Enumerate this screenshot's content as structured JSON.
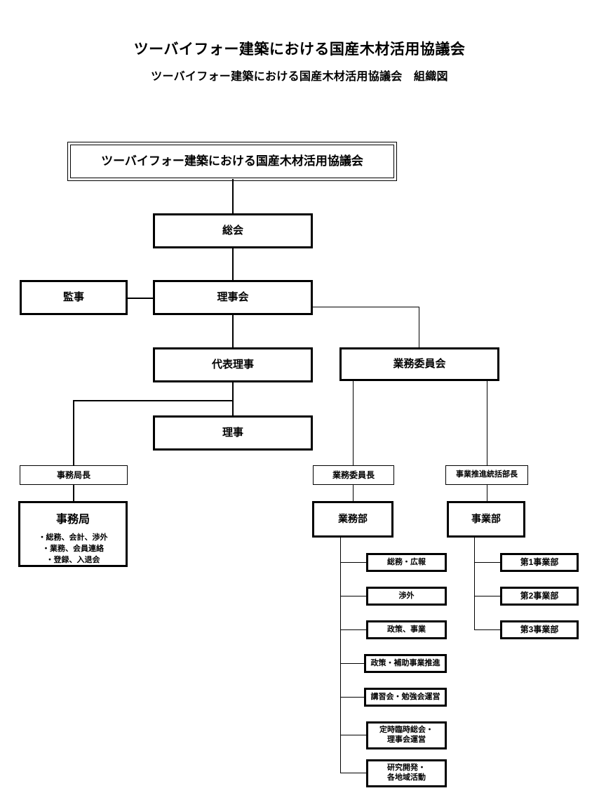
{
  "header": {
    "title": "ツーバイフォー建築における国産木材活用協議会",
    "subtitle": "ツーバイフォー建築における国産木材活用協議会　組織図"
  },
  "chart_data": {
    "type": "diagram",
    "diagram_kind": "organization-chart",
    "title": "ツーバイフォー建築における国産木材活用協議会　組織図",
    "nodes": [
      {
        "id": "root",
        "label": "ツーバイフォー建築における国産木材活用協議会"
      },
      {
        "id": "soukai",
        "label": "総会"
      },
      {
        "id": "kanji",
        "label": "監事"
      },
      {
        "id": "rijikai",
        "label": "理事会"
      },
      {
        "id": "daihyo",
        "label": "代表理事"
      },
      {
        "id": "gyomuiinkai",
        "label": "業務委員会"
      },
      {
        "id": "riji",
        "label": "理事"
      },
      {
        "id": "jimukyokucho",
        "label": "事務局長"
      },
      {
        "id": "jimukyoku",
        "label": "事務局"
      },
      {
        "id": "gyomuiincho",
        "label": "業務委員長"
      },
      {
        "id": "gyomubu",
        "label": "業務部"
      },
      {
        "id": "toukatsu",
        "label": "事業推進統括部長"
      },
      {
        "id": "jigyobu",
        "label": "事業部"
      }
    ],
    "edges": [
      {
        "from": "root",
        "to": "soukai"
      },
      {
        "from": "soukai",
        "to": "rijikai"
      },
      {
        "from": "kanji",
        "to": "rijikai"
      },
      {
        "from": "rijikai",
        "to": "daihyo"
      },
      {
        "from": "rijikai",
        "to": "gyomuiinkai"
      },
      {
        "from": "daihyo",
        "to": "riji"
      },
      {
        "from": "daihyo",
        "to": "jimukyokucho"
      },
      {
        "from": "jimukyokucho",
        "to": "jimukyoku"
      },
      {
        "from": "gyomuiinkai",
        "to": "gyomuiincho"
      },
      {
        "from": "gyomuiinkai",
        "to": "toukatsu"
      },
      {
        "from": "gyomuiincho",
        "to": "gyomubu"
      },
      {
        "from": "toukatsu",
        "to": "jigyobu"
      },
      {
        "from": "gyomubu",
        "to": "gyomubu-children"
      },
      {
        "from": "jigyobu",
        "to": "jigyobu-children"
      }
    ]
  },
  "nodes": {
    "root": "ツーバイフォー建築における国産木材活用協議会",
    "soukai": "総会",
    "kanji": "監事",
    "rijikai": "理事会",
    "daihyo": "代表理事",
    "gyomuiinkai": "業務委員会",
    "riji": "理事",
    "jimukyokucho": "事務局長",
    "jimukyoku_title": "事務局",
    "jimukyoku_items": "・総務、会計、渉外\n・業務、会員連絡\n・登録、入退会",
    "gyomuiincho": "業務委員長",
    "gyomubu": "業務部",
    "toukatsu": "事業推進統括部長",
    "jigyobu": "事業部"
  },
  "gyomubu_children": [
    {
      "label": "総務・広報"
    },
    {
      "label": "渉外"
    },
    {
      "label": "政策、事業"
    },
    {
      "label": "政策・補助事業推進"
    },
    {
      "label": "講習会・勉強会運営"
    },
    {
      "label": "定時臨時総会・\n理事会運営"
    },
    {
      "label": "研究開発・\n各地域活動"
    }
  ],
  "jigyobu_children": [
    {
      "label": "第1事業部"
    },
    {
      "label": "第2事業部"
    },
    {
      "label": "第3事業部"
    }
  ],
  "colors": {
    "line": "#000000",
    "background": "#ffffff",
    "text": "#000000"
  }
}
